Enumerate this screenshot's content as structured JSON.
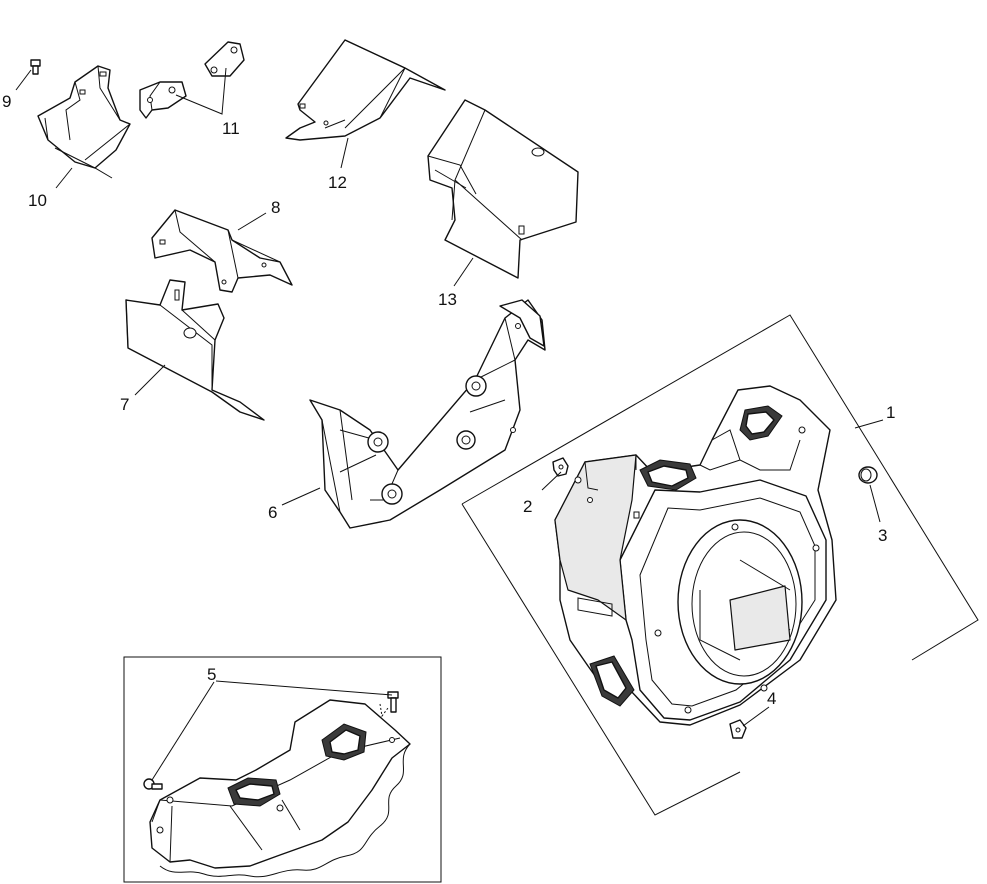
{
  "callouts": {
    "c1": "1",
    "c2": "2",
    "c3": "3",
    "c4": "4",
    "c5": "5",
    "c6": "6",
    "c7": "7",
    "c8": "8",
    "c9": "9",
    "c10": "10",
    "c11": "11",
    "c12": "12",
    "c13": "13"
  },
  "colors": {
    "line": "#111111",
    "background": "#ffffff",
    "shade": "#e9e9e9"
  }
}
